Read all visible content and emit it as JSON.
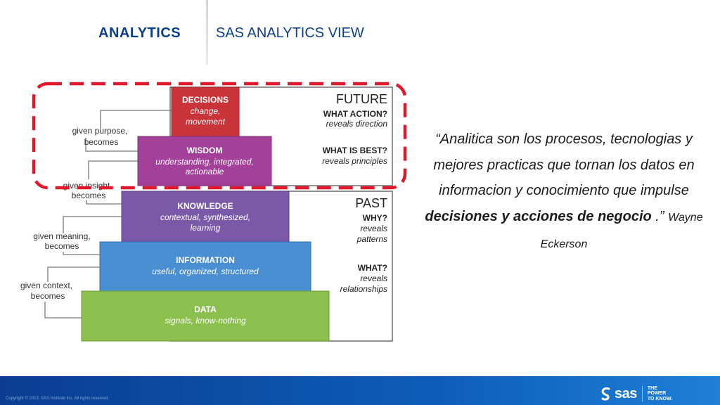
{
  "header": {
    "brand": "ANALYTICS",
    "title": "SAS ANALYTICS VIEW"
  },
  "diagram": {
    "levels": [
      {
        "title": "DECISIONS",
        "sub1": "change,",
        "sub2": "movement",
        "color": "#c9343a"
      },
      {
        "title": "WISDOM",
        "sub1": "understanding, integrated,",
        "sub2": "actionable",
        "color": "#a3419a"
      },
      {
        "title": "KNOWLEDGE",
        "sub1": "contextual, synthesized,",
        "sub2": "learning",
        "color": "#7a5aa8"
      },
      {
        "title": "INFORMATION",
        "sub1": "useful, organized, structured",
        "color": "#4a8fd2"
      },
      {
        "title": "DATA",
        "sub1": "signals, know-nothing",
        "color": "#8cc04e"
      }
    ],
    "connectors": [
      {
        "line1": "given purpose,",
        "line2": "becomes"
      },
      {
        "line1": "given insight",
        "line2": "becomes"
      },
      {
        "line1": "given meaning,",
        "line2": "becomes"
      },
      {
        "line1": "given context,",
        "line2": "becomes"
      }
    ],
    "future": {
      "label": "FUTURE",
      "q1": "WHAT ACTION?",
      "a1": "reveals direction",
      "q2": "WHAT IS BEST?",
      "a2": "reveals principles"
    },
    "past": {
      "label": "PAST",
      "q1": "WHY?",
      "a1_line1": "reveals",
      "a1_line2": "patterns",
      "q2": "WHAT?",
      "a2_line1": "reveals",
      "a2_line2": "relationships"
    },
    "highlight_color": "#e1182c"
  },
  "quote": {
    "text_lead": "“Analitica son los procesos, tecnologias y mejores practicas que tornan los datos en informacion y conocimiento que impulse ",
    "emphasis": "decisiones y acciones de negocio",
    "text_tail": " .”",
    "author": "Wayne Eckerson"
  },
  "footer": {
    "copyright": "Copyright © 2013, SAS Institute Inc. All rights reserved.",
    "logo_text": "sas",
    "tagline1": "THE",
    "tagline2": "POWER",
    "tagline3": "TO KNOW."
  }
}
